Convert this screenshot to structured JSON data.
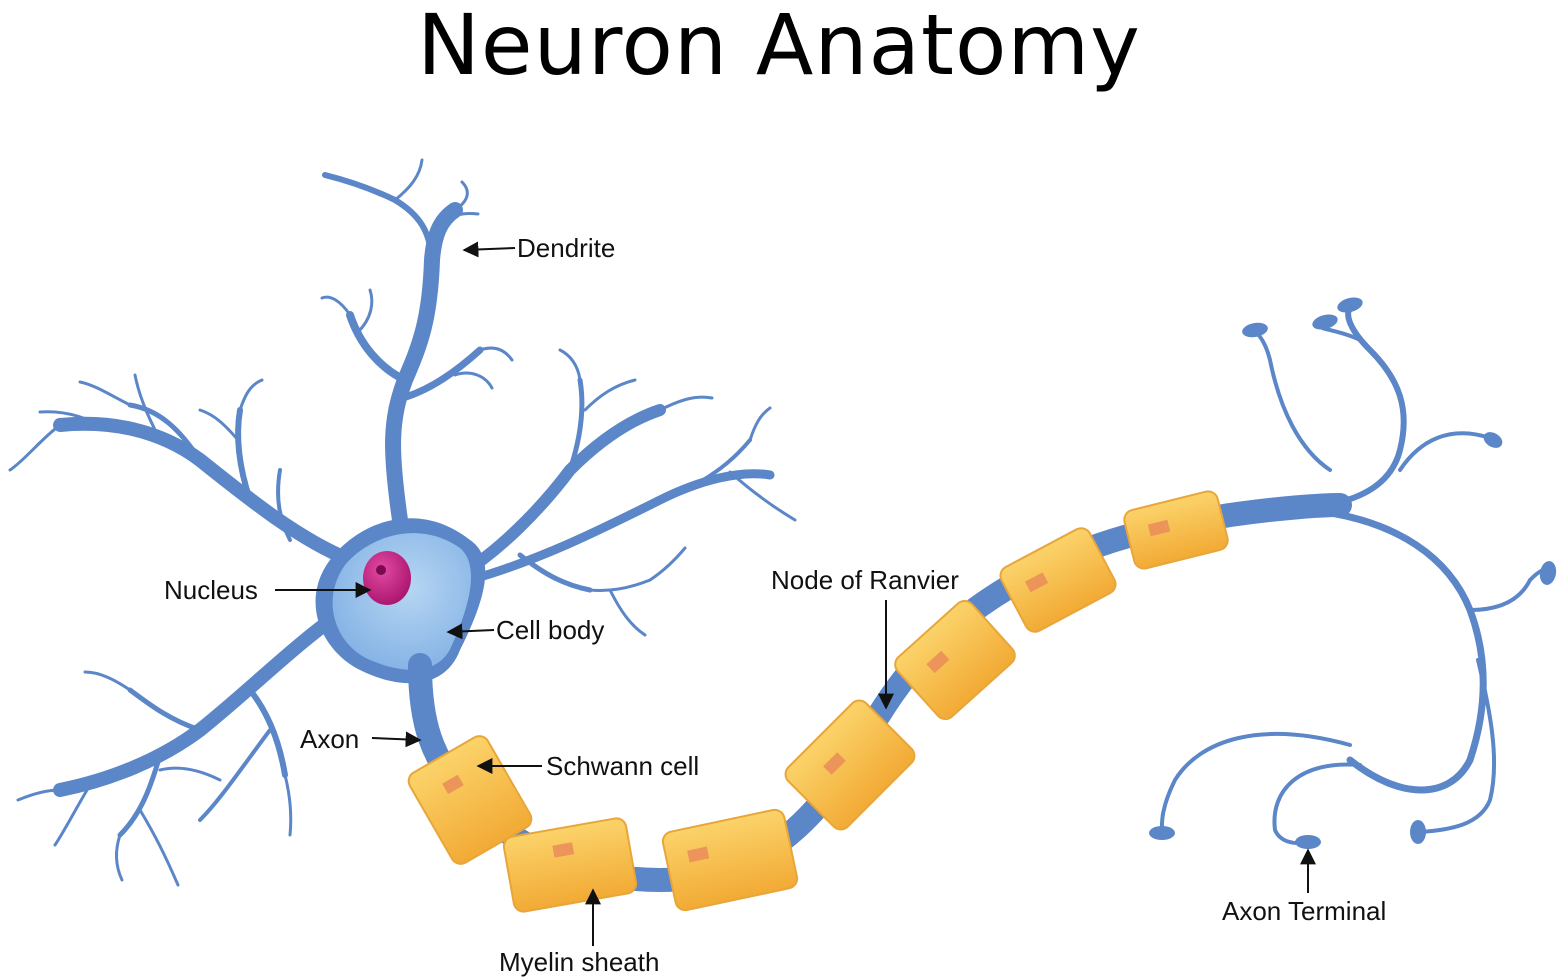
{
  "title": "Neuron Anatomy",
  "labels": {
    "dendrite": "Dendrite",
    "nucleus": "Nucleus",
    "cell_body": "Cell body",
    "axon": "Axon",
    "schwann_cell": "Schwann cell",
    "node_of_ranvier": "Node of Ranvier",
    "myelin_sheath": "Myelin sheath",
    "axon_terminal": "Axon Terminal"
  },
  "colors": {
    "neuron_blue": "#5b86c8",
    "cell_body_light": "#8fbbe8",
    "nucleus": "#c2187a",
    "myelin": "#f7c046",
    "myelin_edge": "#e8a63a",
    "schwann_spot": "#e8885a"
  }
}
